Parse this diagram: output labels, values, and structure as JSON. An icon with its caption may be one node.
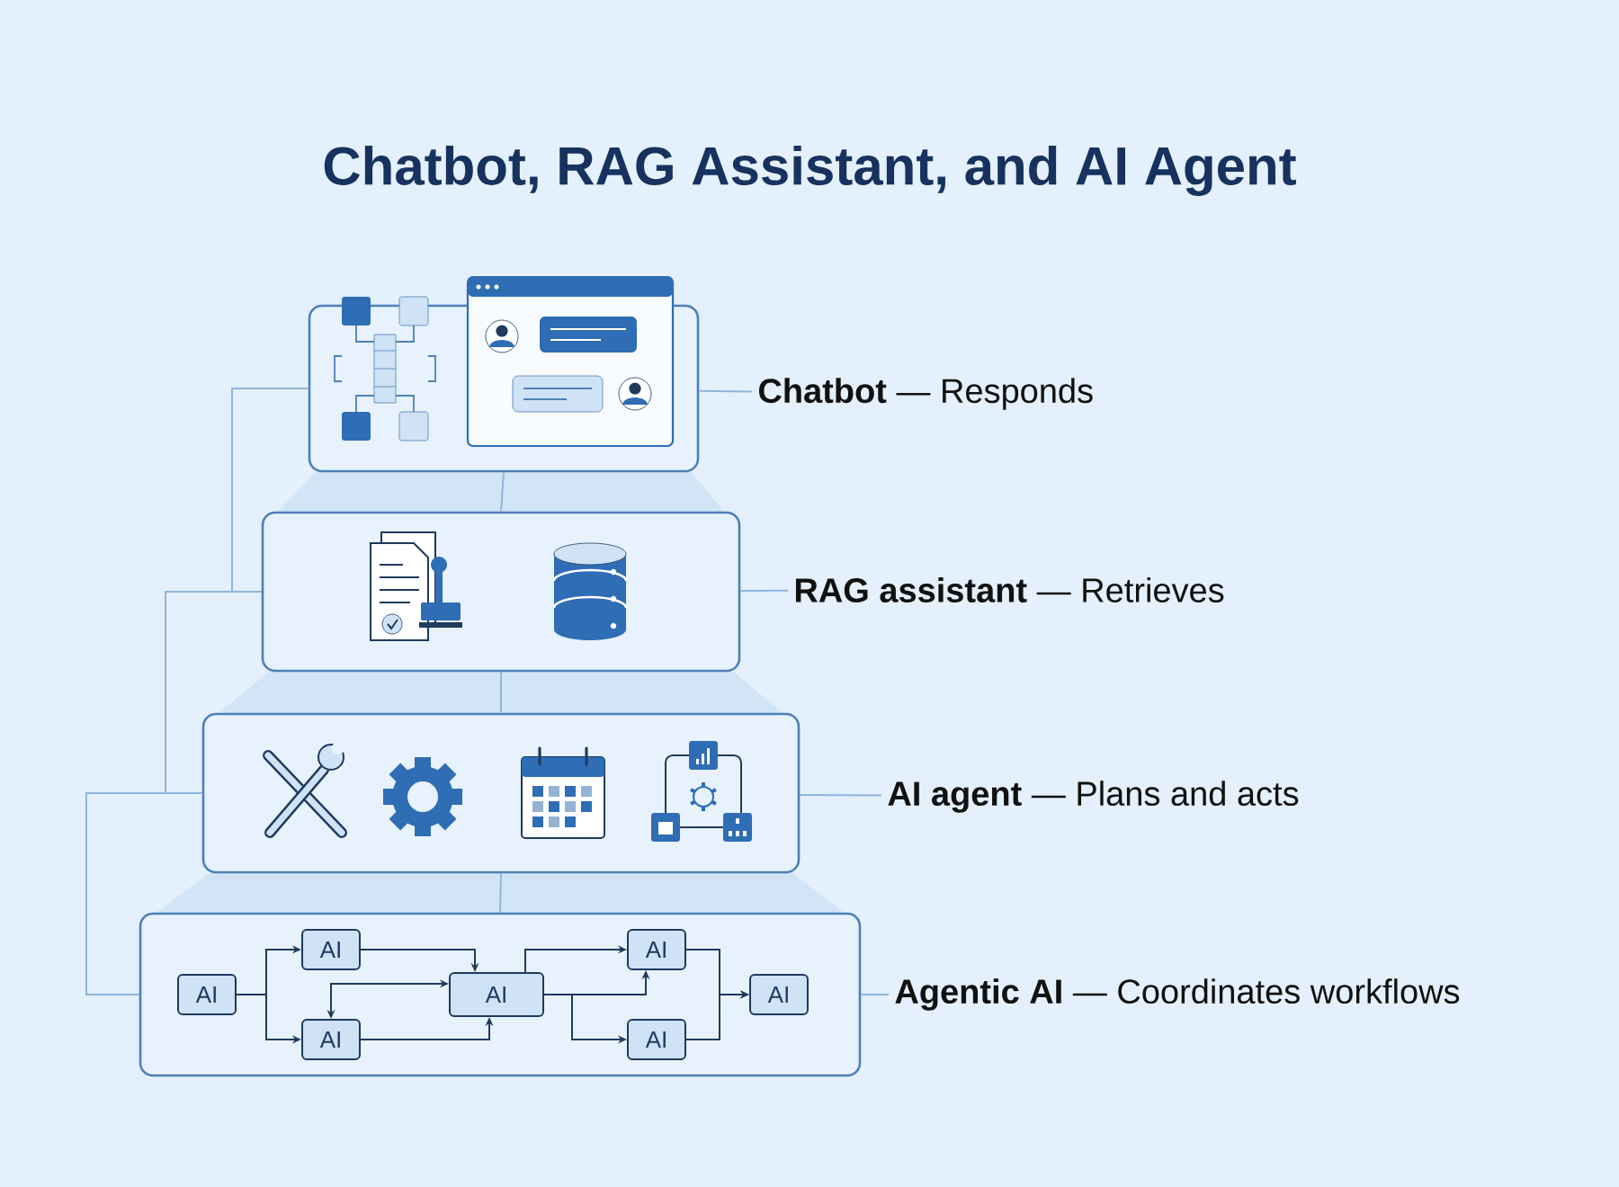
{
  "diagram": {
    "title": "Chatbot, RAG Assistant, and AI Agent",
    "nodes": [
      {
        "text": [],
        "shape": "box"
      },
      {
        "text": [
          "**Chatbot** — Responds"
        ]
      },
      {
        "text": [],
        "shape": "box"
      },
      {
        "text": [
          "**RAG assistant** — Retrieves"
        ]
      },
      {
        "text": [],
        "shape": "box"
      },
      {
        "text": [
          "**AI agent** — Plans and acts"
        ]
      },
      {
        "text": [],
        "shape": "box"
      },
      {
        "text": [
          "**Agentic AI** — Coordinates workflows"
        ]
      },
      {
        "text": [
          "AI"
        ],
        "in": 6
      },
      {
        "text": [
          "AI"
        ],
        "in": 6
      },
      {
        "text": [
          "AI"
        ],
        "in": 6
      },
      {
        "text": [
          "AI"
        ],
        "in": 6
      },
      {
        "text": [
          "AI"
        ],
        "in": 6
      },
      {
        "text": [
          "AI"
        ],
        "in": 6
      },
      {
        "text": [
          "AI"
        ],
        "in": 6
      }
    ],
    "edges": [
      {
        "from": 0,
        "to": 2,
        "arrow": "none"
      },
      {
        "from": 2,
        "to": 4,
        "arrow": "none"
      },
      {
        "from": 4,
        "to": 6,
        "arrow": "none"
      },
      {
        "from": 0,
        "to": 1,
        "arrow": "none"
      },
      {
        "from": 2,
        "to": 3,
        "arrow": "none"
      },
      {
        "from": 4,
        "to": 5,
        "arrow": "none"
      },
      {
        "from": 6,
        "to": 7,
        "arrow": "none"
      },
      {
        "from": 8,
        "to": 9,
        "arrow": "to",
        "color": "#1e3a5f"
      },
      {
        "from": 8,
        "to": 10,
        "arrow": "to",
        "color": "#1e3a5f"
      },
      {
        "from": 9,
        "to": 11,
        "arrow": "to",
        "color": "#1e3a5f"
      },
      {
        "from": 10,
        "to": 11,
        "arrow": "both",
        "color": "#1e3a5f"
      },
      {
        "from": 10,
        "to": 11,
        "arrow": "to",
        "color": "#1e3a5f"
      },
      {
        "from": 11,
        "to": 12,
        "arrow": "to",
        "color": "#1e3a5f"
      },
      {
        "from": 11,
        "to": 12,
        "arrow": "to",
        "color": "#1e3a5f"
      },
      {
        "from": 11,
        "to": 13,
        "arrow": "to",
        "color": "#1e3a5f"
      },
      {
        "from": 12,
        "to": 14,
        "arrow": "to",
        "color": "#1e3a5f"
      },
      {
        "from": 13,
        "to": 14,
        "arrow": "to",
        "color": "#1e3a5f"
      },
      {
        "from": 0,
        "to": 2,
        "arrow": "none"
      },
      {
        "from": 2,
        "to": 4,
        "arrow": "none"
      },
      {
        "from": 4,
        "to": 6,
        "arrow": "none"
      }
    ]
  }
}
